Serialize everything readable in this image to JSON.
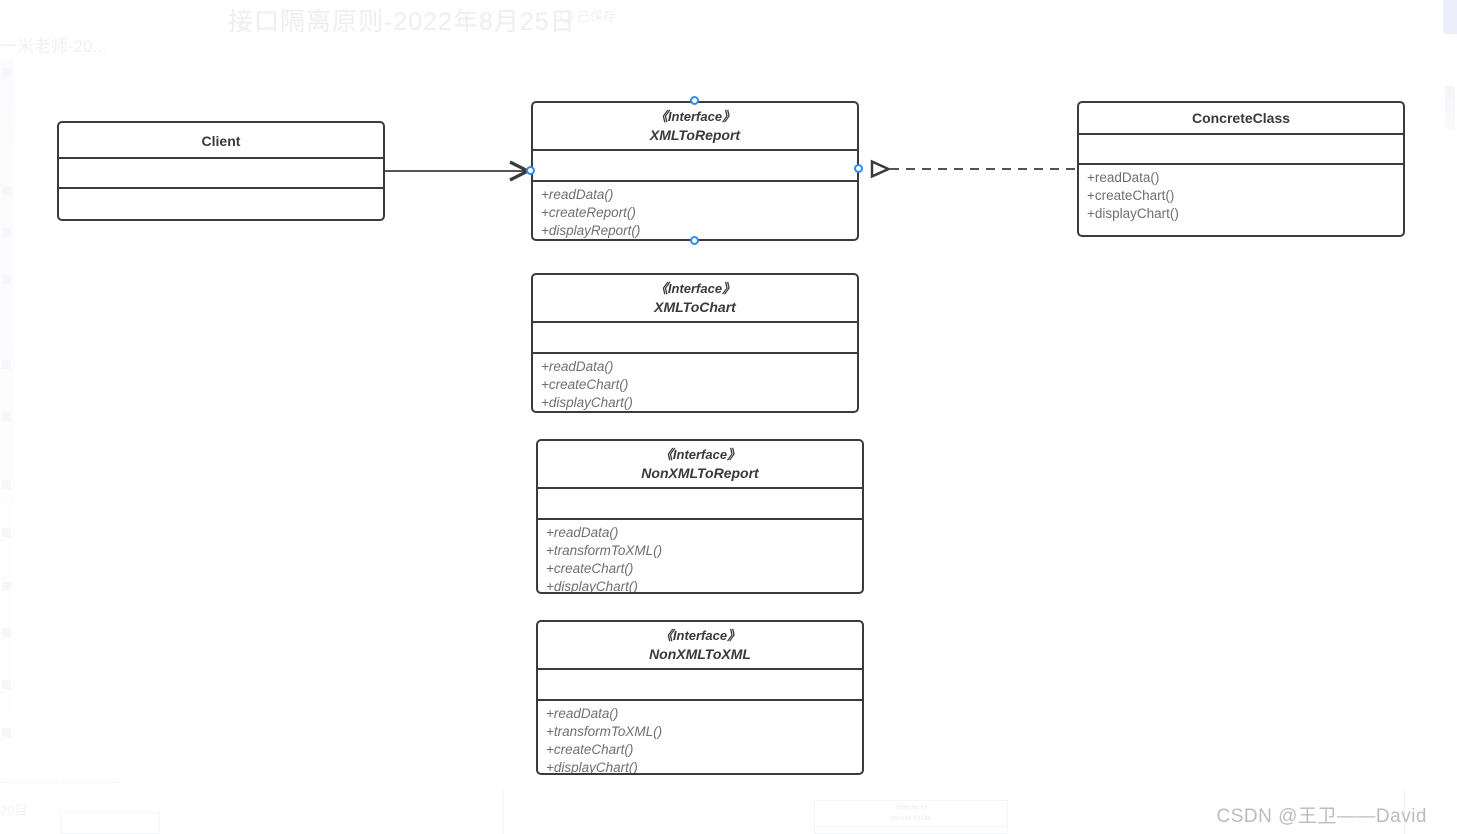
{
  "app": {
    "doc_title": "接口隔离原则-2022年8月25日",
    "saved_status": "已保存",
    "tab_label": "一米老师-20...",
    "watermark": "CSDN @王卫——David"
  },
  "diagram": {
    "type": "uml-class-diagram",
    "classes": [
      {
        "id": "client",
        "name": "Client",
        "stereotype": "",
        "kind": "class",
        "attributes": [],
        "operations": [],
        "selected": false
      },
      {
        "id": "xmltoreport",
        "name": "XMLToReport",
        "stereotype": "《Interface》",
        "kind": "interface",
        "attributes": [],
        "operations": [
          "+readData()",
          "+createReport()",
          "+displayReport()"
        ],
        "selected": true
      },
      {
        "id": "xmltochart",
        "name": "XMLToChart",
        "stereotype": "《Interface》",
        "kind": "interface",
        "attributes": [],
        "operations": [
          "+readData()",
          "+createChart()",
          "+displayChart()"
        ],
        "selected": false
      },
      {
        "id": "nonxmltoreport",
        "name": "NonXMLToReport",
        "stereotype": "《Interface》",
        "kind": "interface",
        "attributes": [],
        "operations": [
          "+readData()",
          "+transformToXML()",
          "+createChart()",
          "+displayChart()"
        ],
        "selected": false
      },
      {
        "id": "nonxmltoxml",
        "name": "NonXMLToXML",
        "stereotype": "《Interface》",
        "kind": "interface",
        "attributes": [],
        "operations": [
          "+readData()",
          "+transformToXML()",
          "+createChart()",
          "+displayChart()"
        ],
        "selected": false
      },
      {
        "id": "concreteclass",
        "name": "ConcreteClass",
        "stereotype": "",
        "kind": "class",
        "attributes": [],
        "operations": [
          "+readData()",
          "+createChart()",
          "+displayChart()"
        ],
        "selected": false
      }
    ],
    "relations": [
      {
        "from": "client",
        "to": "xmltoreport",
        "kind": "association",
        "line": "solid",
        "arrow": "open"
      },
      {
        "from": "concreteclass",
        "to": "xmltoreport",
        "kind": "realization",
        "line": "dashed",
        "arrow": "hollow-triangle"
      }
    ]
  },
  "minimap": {
    "stereotype": "《Interface》",
    "name": "NonXMLToXML"
  },
  "colors": {
    "box_stroke": "#3b3b3b",
    "text_primary": "#3a3a3a",
    "text_operation": "#6f6f6f",
    "selection_handle": "#2d8cf0",
    "canvas": "#ffffff",
    "watermark": "#bcbcbc"
  }
}
